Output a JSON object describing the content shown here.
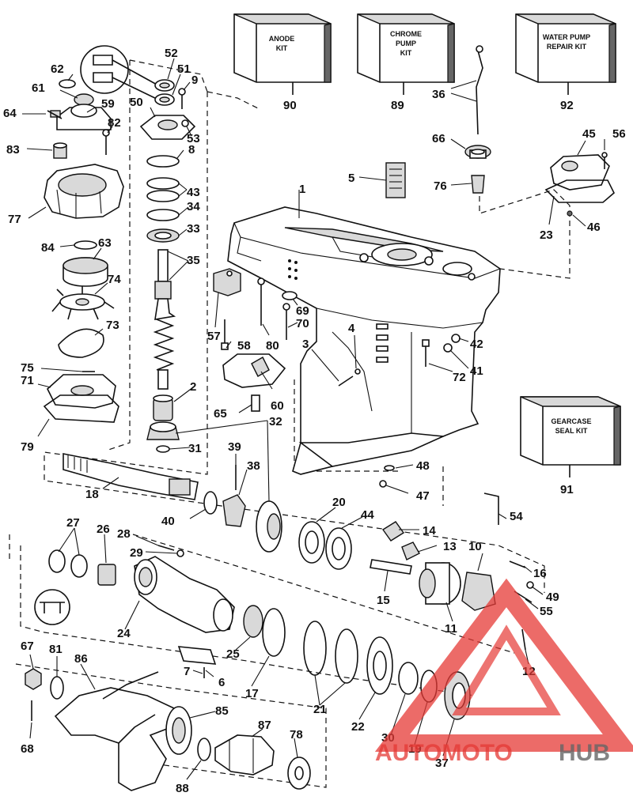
{
  "kits": [
    {
      "id": "anode",
      "lines": [
        "ANODE",
        "KIT"
      ]
    },
    {
      "id": "chrome-pump",
      "lines": [
        "CHROME",
        "PUMP",
        "KIT"
      ]
    },
    {
      "id": "water-pump-repair",
      "lines": [
        "WATER PUMP",
        "REPAIR KIT"
      ]
    },
    {
      "id": "gearcase-seal",
      "lines": [
        "GEARCASE",
        "SEAL KIT"
      ]
    }
  ],
  "part_numbers": {
    "p1": "1",
    "p2": "2",
    "p3": "3",
    "p4": "4",
    "p5": "5",
    "p6": "6",
    "p7": "7",
    "p8": "8",
    "p9": "9",
    "p10": "10",
    "p11": "11",
    "p12": "12",
    "p13": "13",
    "p14": "14",
    "p15": "15",
    "p16": "16",
    "p17": "17",
    "p18": "18",
    "p19": "19",
    "p20": "20",
    "p21": "21",
    "p22": "22",
    "p23": "23",
    "p24": "24",
    "p25": "25",
    "p26": "26",
    "p27": "27",
    "p28": "28",
    "p29": "29",
    "p30": "30",
    "p31": "31",
    "p32": "32",
    "p33": "33",
    "p34": "34",
    "p35": "35",
    "p36": "36",
    "p37": "37",
    "p38": "38",
    "p39": "39",
    "p40": "40",
    "p41": "41",
    "p42": "42",
    "p43": "43",
    "p44": "44",
    "p45": "45",
    "p46": "46",
    "p47": "47",
    "p48": "48",
    "p49": "49",
    "p50": "50",
    "p51": "51",
    "p52": "52",
    "p53": "53",
    "p54": "54",
    "p55": "55",
    "p56": "56",
    "p57": "57",
    "p58": "58",
    "p59": "59",
    "p60": "60",
    "p61": "61",
    "p62": "62",
    "p63": "63",
    "p64": "64",
    "p65": "65",
    "p66": "66",
    "p67": "67",
    "p68": "68",
    "p69": "69",
    "p70": "70",
    "p71": "71",
    "p72": "72",
    "p73": "73",
    "p74": "74",
    "p75": "75",
    "p76": "76",
    "p77": "77",
    "p78": "78",
    "p79": "79",
    "p80": "80",
    "p81": "81",
    "p82": "82",
    "p83": "83",
    "p84": "84",
    "p85": "85",
    "p86": "86",
    "p87": "87",
    "p88": "88",
    "p89": "89",
    "p90": "90",
    "p91": "91",
    "p92": "92"
  },
  "watermark": {
    "part1": "AUTOMOTO",
    "part2": "HUB",
    "color_primary": "#e53935",
    "color_secondary": "#666666"
  }
}
